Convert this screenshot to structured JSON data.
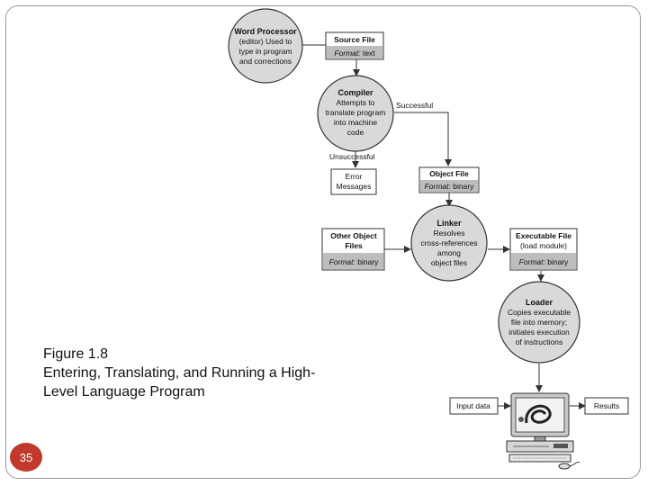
{
  "caption": {
    "line1": "Figure 1.8",
    "line2": "Entering, Translating, and Running a High-",
    "line3": "Level Language Program"
  },
  "page_number": "35",
  "diagram": {
    "word_processor": {
      "title": "Word Processor",
      "lines": [
        "(editor) Used to",
        "type in program",
        "and corrections"
      ]
    },
    "source_file": {
      "title": "Source File",
      "format_label": "Format:",
      "format_value": "text"
    },
    "compiler": {
      "title": "Compiler",
      "lines": [
        "Attempts to",
        "translate program",
        "into machine",
        "code"
      ]
    },
    "successful_label": "Successful",
    "unsuccessful_label": "Unsuccessful",
    "error_messages": {
      "lines": [
        "Error",
        "Messages"
      ]
    },
    "object_file": {
      "title": "Object File",
      "format_label": "Format:",
      "format_value": "binary"
    },
    "other_object_files": {
      "lines": [
        "Other Object",
        "Files"
      ],
      "format_label": "Format:",
      "format_value": "binary"
    },
    "linker": {
      "title": "Linker",
      "lines": [
        "Resolves",
        "cross-references",
        "among",
        "object files"
      ]
    },
    "executable_file": {
      "title": "Executable File",
      "subtitle": "(load module)",
      "format_label": "Format:",
      "format_value": "binary"
    },
    "loader": {
      "title": "Loader",
      "lines": [
        "Copies executable",
        "file into memory;",
        "initiates execution",
        "of instructions"
      ]
    },
    "input_data": "Input data",
    "results": "Results"
  },
  "colors": {
    "node_fill": "#d9d9d9",
    "format_band": "#bdbdbd",
    "page_badge": "#c0392b"
  }
}
